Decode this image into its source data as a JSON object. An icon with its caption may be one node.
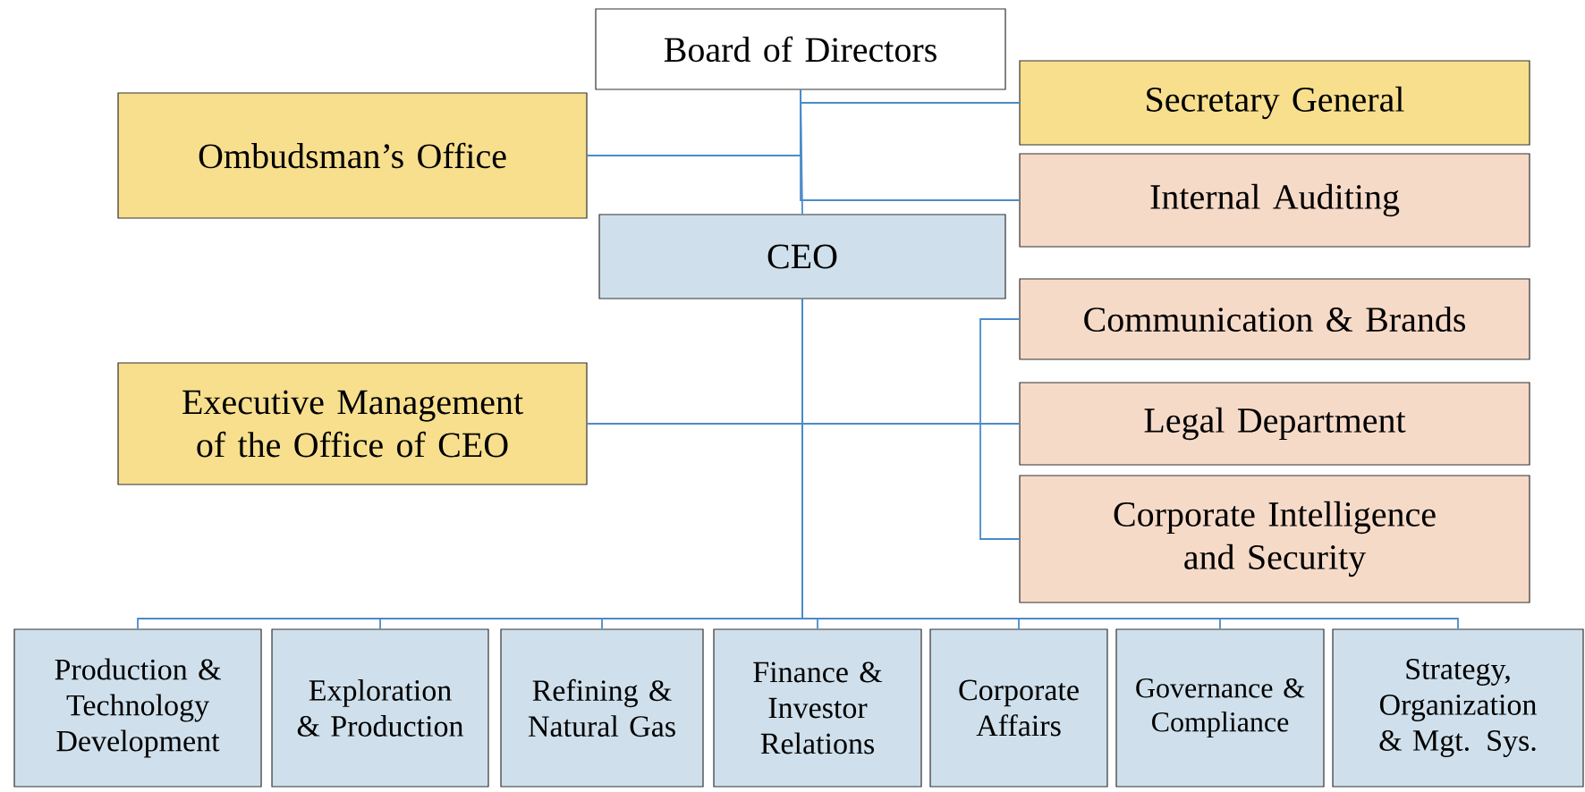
{
  "diagram": {
    "nodes": [
      {
        "text": [
          "Board of Directors"
        ]
      },
      {
        "text": [
          "Ombudsman’s Office"
        ]
      },
      {
        "text": [
          "Secretary General"
        ]
      },
      {
        "text": [
          "Internal Auditing"
        ]
      },
      {
        "text": [
          "CEO"
        ]
      },
      {
        "text": [
          "Executive Management of the Office of CEO"
        ]
      },
      {
        "text": [
          "Communication & Brands"
        ]
      },
      {
        "text": [
          "Legal Department"
        ]
      },
      {
        "text": [
          "Corporate Intelligence and Security"
        ]
      },
      {
        "text": [
          "Production & Technology Development"
        ]
      },
      {
        "text": [
          "Exploration & Production"
        ]
      },
      {
        "text": [
          "Refining & Natural Gas"
        ]
      },
      {
        "text": [
          "Finance & Investor Relations"
        ]
      },
      {
        "text": [
          "Corporate Affairs"
        ]
      },
      {
        "text": [
          "Governance & Compliance"
        ]
      },
      {
        "text": [
          "Strategy, Organization & Mgt. Sys."
        ]
      }
    ],
    "edges": [
      {
        "from": 0,
        "to": 4,
        "arrow": "none"
      },
      {
        "from": 0,
        "to": 2,
        "arrow": "none"
      },
      {
        "from": 0,
        "to": 1,
        "arrow": "none"
      },
      {
        "from": 0,
        "to": 3,
        "arrow": "none"
      },
      {
        "from": 4,
        "to": 5,
        "arrow": "none"
      },
      {
        "from": 4,
        "to": 7,
        "arrow": "none"
      },
      {
        "from": 4,
        "to": 6,
        "arrow": "none"
      },
      {
        "from": 4,
        "to": 8,
        "arrow": "none"
      },
      {
        "from": 4,
        "to": 9,
        "arrow": "none"
      },
      {
        "from": 4,
        "to": 10,
        "arrow": "none"
      },
      {
        "from": 4,
        "to": 11,
        "arrow": "none"
      },
      {
        "from": 4,
        "to": 12,
        "arrow": "none"
      },
      {
        "from": 4,
        "to": 13,
        "arrow": "none"
      },
      {
        "from": 4,
        "to": 14,
        "arrow": "none"
      },
      {
        "from": 4,
        "to": 15,
        "arrow": "none"
      }
    ]
  }
}
